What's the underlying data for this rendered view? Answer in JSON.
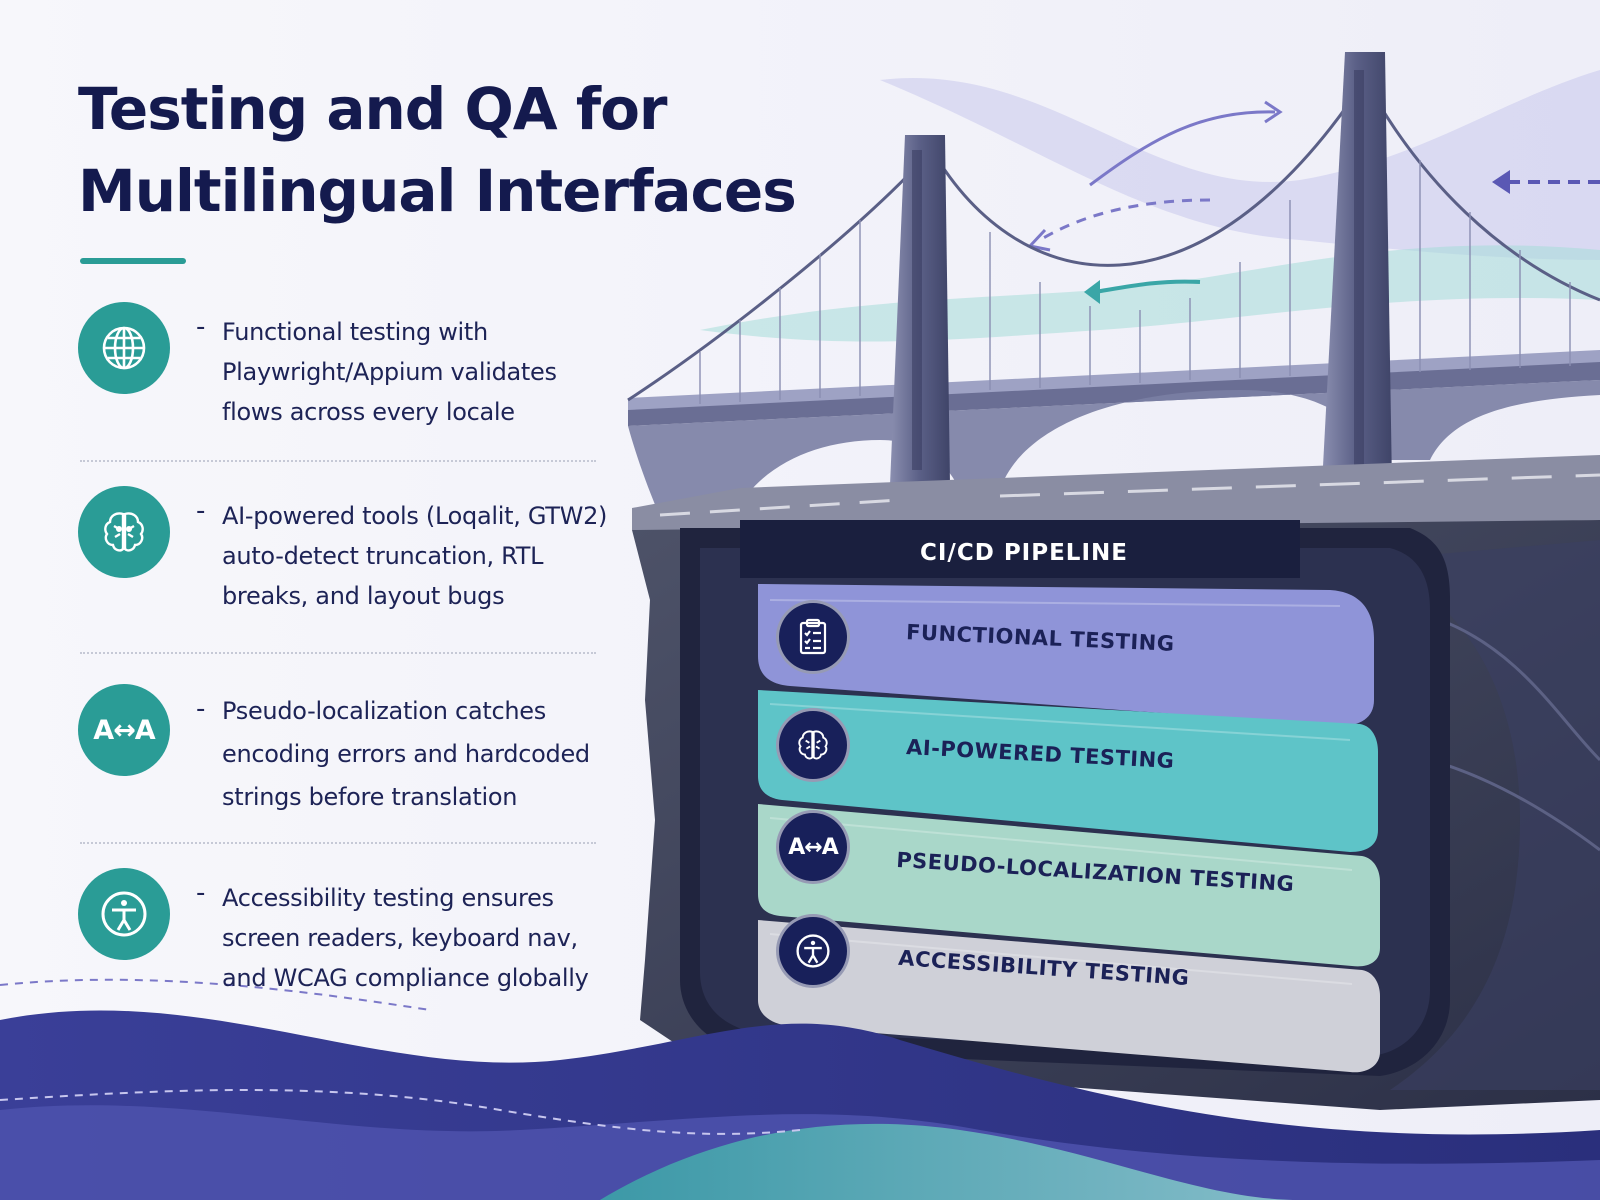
{
  "title": {
    "line1": "Testing and QA for",
    "line2": "Multilingual Interfaces"
  },
  "features": [
    {
      "icon": "globe-icon",
      "dash": "-",
      "lines": [
        "Functional testing with",
        "Playwright/Appium validates",
        "flows across every locale"
      ]
    },
    {
      "icon": "brain-icon",
      "dash": "-",
      "lines": [
        "AI-powered tools (Loqalit, GTW2)",
        "auto-detect truncation, RTL",
        "breaks, and layout bugs"
      ]
    },
    {
      "icon": "text-swap-icon",
      "icon_text": "A↔A",
      "dash": "-",
      "lines": [
        "Pseudo-localization catches",
        "encoding errors and hardcoded",
        "strings before translation"
      ]
    },
    {
      "icon": "accessibility-icon",
      "dash": "-",
      "lines": [
        "Accessibility testing ensures",
        "screen readers, keyboard nav,",
        "and WCAG compliance globally"
      ]
    }
  ],
  "pipeline": {
    "label": "CI/CD PIPELINE",
    "stages": [
      {
        "label": "FUNCTIONAL TESTING",
        "icon": "clipboard-checklist-icon",
        "color": "#8f94d8"
      },
      {
        "label": "AI-POWERED TESTING",
        "icon": "brain-icon",
        "color": "#5ec4c8"
      },
      {
        "label": "PSEUDO-LOCALIZATION TESTING",
        "icon": "text-swap-icon",
        "icon_text": "A↔A",
        "color": "#a9d7c9"
      },
      {
        "label": "ACCESSIBILITY TESTING",
        "icon": "accessibility-icon",
        "color": "#cfd0d8"
      }
    ]
  },
  "colors": {
    "title": "#141a4e",
    "teal": "#2a9c96",
    "navy": "#18205a",
    "body_text": "#1d2356"
  }
}
